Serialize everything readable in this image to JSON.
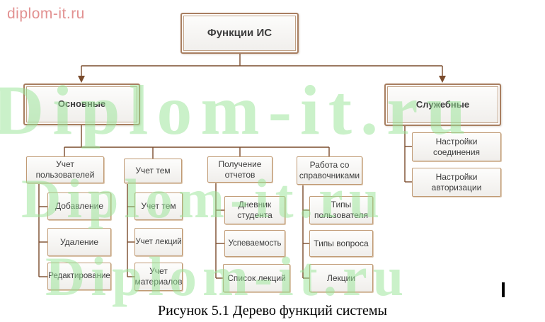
{
  "watermark": {
    "logo_text": "diplom-it.ru",
    "rows": [
      "Diplom-it.ru",
      "Diplom-it.ru",
      "Diplom-it.ru"
    ],
    "logo_color": "#e29191",
    "watermark_color": "#96e494"
  },
  "boxes": {
    "root": "Функции ИС",
    "osnovnye": "Основные",
    "sluzhebnye": "Служебные",
    "uchet_polzovatelei": "Учет пользователей",
    "uchet_tem": "Учет тем",
    "poluchenie_otchetov": "Получение отчетов",
    "rabota_so_spravochnikami": "Работа со справочниками",
    "dobavlenie": "Добавление",
    "udalenie": "Удаление",
    "redaktirovanie": "Редактирование",
    "uchet_tem_child": "Учет тем",
    "uchet_lekcii": "Учет лекций",
    "uchet_materialov": "Учет материалов",
    "dnevnik_studenta": "Дневник студента",
    "uspevaemost": "Успеваемость",
    "spisok_lekcii": "Список лекций",
    "tipy_polzovatelya": "Типы пользователя",
    "tipy_voprosa": "Типы вопроса",
    "lekcii": "Лекции",
    "nastroiki_soedineniya": "Настройки соединения",
    "nastroiki_avtorizacii": "Настройки авторизации"
  },
  "colors": {
    "box_border": "#c09a74",
    "double_border": "#a87e60",
    "connector": "#7a4b2c"
  },
  "caption": {
    "text": "Рисунок 5.1 Дерево функций системы"
  }
}
